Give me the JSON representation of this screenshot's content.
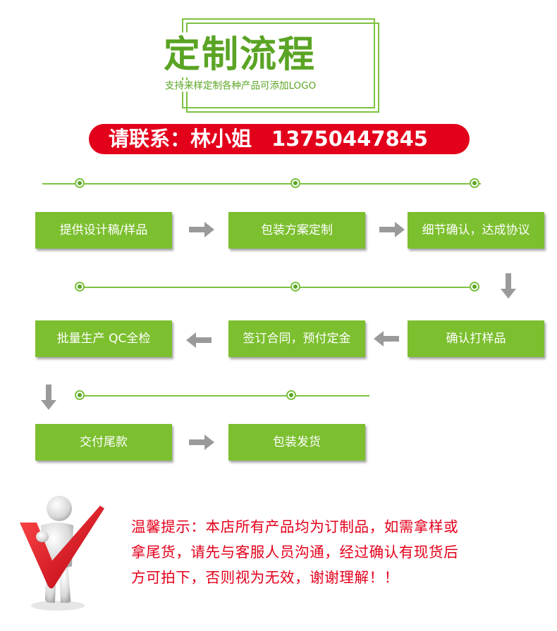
{
  "header": {
    "title": "定制流程",
    "subtitle": "支持来样定制各种产品可添加LOGO"
  },
  "contact": {
    "label": "请联系：林小姐",
    "phone": "13750447845"
  },
  "steps": [
    "提供设计稿/样品",
    "包装方案定制",
    "细节确认，达成协议",
    "确认打样品",
    "签订合同，预付定金",
    "批量生产 QC全检",
    "交付尾款",
    "包装发货"
  ],
  "notice": {
    "lines": [
      "温馨提示：本店所有产品均为订制品，如需拿样或",
      "拿尾货，请先与客服人员沟通，经过确认有现货后",
      "方可拍下，否则视为无效，谢谢理解！！"
    ]
  },
  "colors": {
    "green": "#7cbf2f",
    "title_green": "#5aa424",
    "red": "#e3001b",
    "arrow_gray": "#9a9a9a"
  },
  "icons": {
    "arrow": "arrow-icon",
    "figure": "checkmark-person-icon"
  }
}
